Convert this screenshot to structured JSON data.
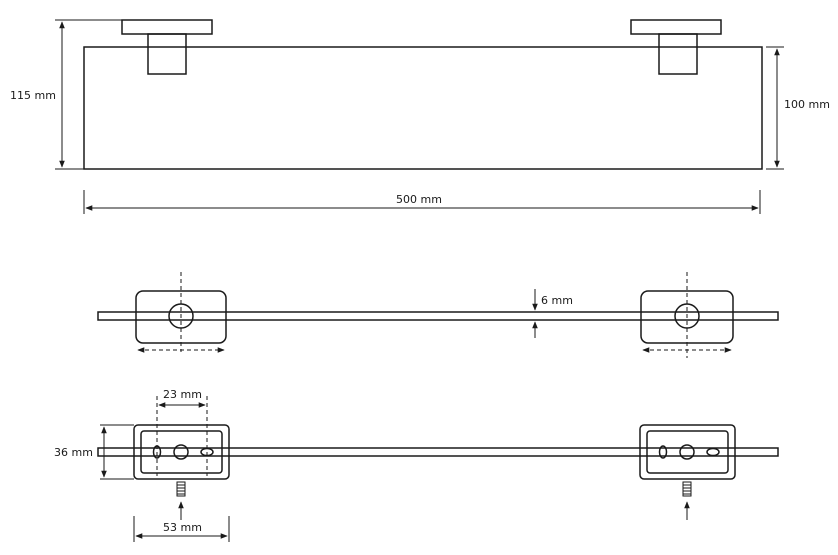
{
  "dimensions": {
    "front_height": "115 mm",
    "glass_height": "100 mm",
    "overall_width": "500 mm",
    "glass_thickness": "6 mm",
    "hole_spacing": "23 mm",
    "bracket_height": "36 mm",
    "bracket_width": "53 mm"
  }
}
